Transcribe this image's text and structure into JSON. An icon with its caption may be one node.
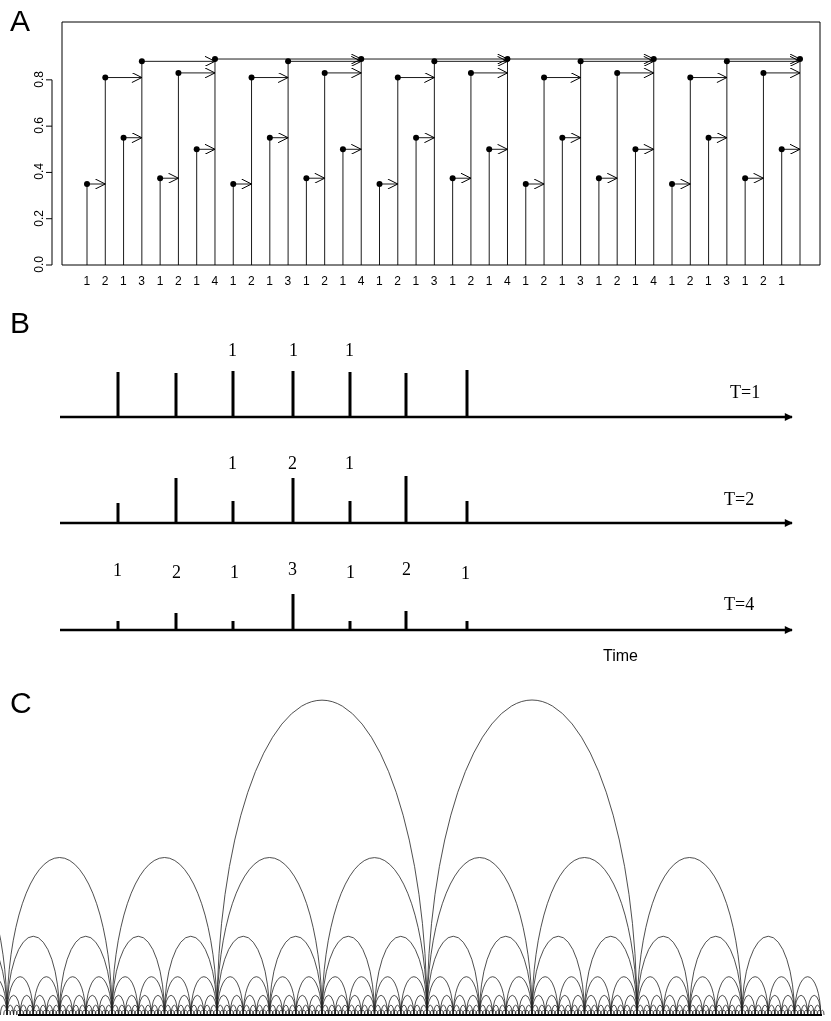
{
  "diagram": {
    "labels": [
      "A",
      "0.8",
      "0.6",
      "0.4",
      "0.2",
      "0.0",
      "1",
      "2",
      "1",
      "3",
      "1",
      "2",
      "1",
      "4",
      "1",
      "2",
      "1",
      "3",
      "1",
      "2",
      "1",
      "4",
      "1",
      "2",
      "1",
      "3",
      "1",
      "2",
      "1",
      "4",
      "1",
      "2",
      "1",
      "3",
      "1",
      "2",
      "1",
      "4",
      "1",
      "2",
      "1",
      "3",
      "1",
      "2",
      "1",
      "B",
      "1",
      "1",
      "1",
      "T=1",
      "1",
      "2",
      "1",
      "T=2",
      "1",
      "2",
      "1",
      "3",
      "1",
      "2",
      "1",
      "T=4",
      "Time",
      "C"
    ]
  }
}
